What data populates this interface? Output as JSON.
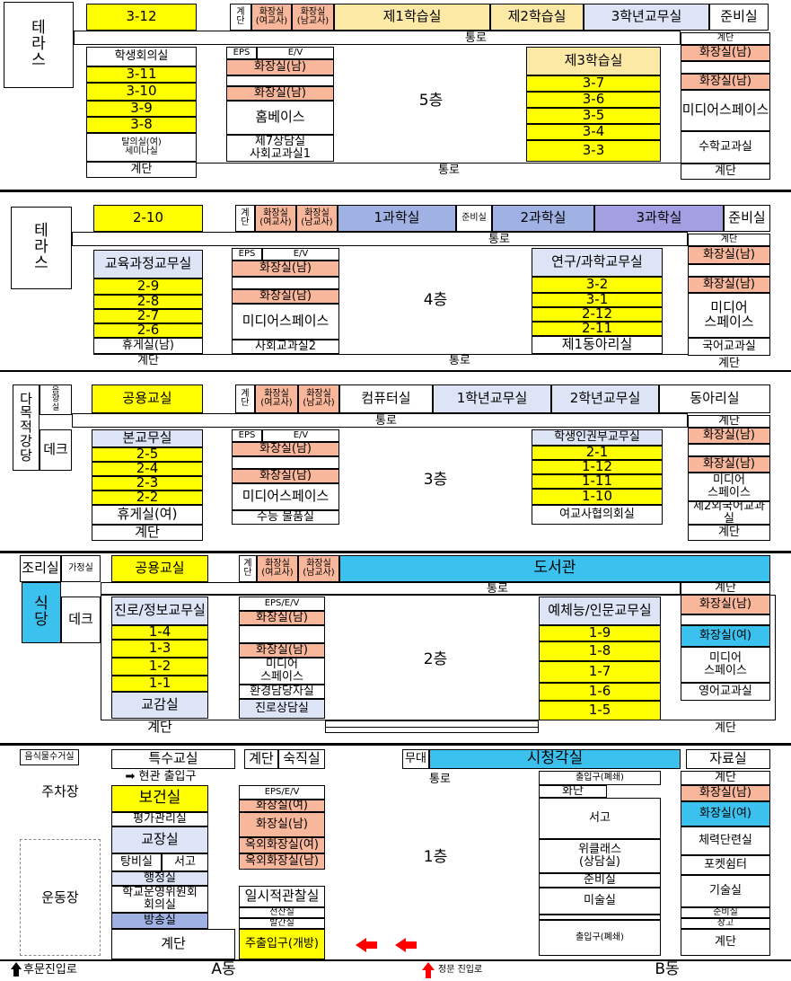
{
  "floor5": {
    "floor_label": "5층",
    "terrace": "테\n라\n스",
    "c312": "3-12",
    "stairs_top": "계\n단",
    "wc_f": "화장실\n(여교사)",
    "wc_m": "화장실\n(남교사)",
    "study1": "제1학습실",
    "study2": "제2학습실",
    "office3": "3학년교무실",
    "prep": "준비실",
    "corridor": "통로",
    "stairs_r": "계단",
    "wc_m_r1": "화장실(남)",
    "wc_m_r2": "화장실(남)",
    "media_r": "미디어스페이스",
    "math": "수학교과실",
    "stairs_br": "계단",
    "council": "학생회의실",
    "c311": "3-11",
    "c310": "3-10",
    "c39": "3-9",
    "c38": "3-8",
    "changing": "탈의실(여)\n세미나실",
    "stairs_l": "계단",
    "eps": "EPS",
    "ev": "E/V",
    "wc_m1": "화장실(남)",
    "wc_m2": "화장실(남)",
    "homebase": "홈베이스",
    "counsel": "제7상담실\n사회교과실1",
    "corridor_b": "통로",
    "study3": "제3학습실",
    "c37": "3-7",
    "c36": "3-6",
    "c35": "3-5",
    "c34": "3-4",
    "c33": "3-3"
  },
  "floor4": {
    "floor_label": "4층",
    "terrace": "테\n라\n스",
    "c210": "2-10",
    "stairs_top": "계\n단",
    "wc_f": "화장실\n(여교사)",
    "wc_m": "화장실\n(남교사)",
    "sci1": "1과학실",
    "prep_mid": "준비실",
    "sci2": "2과학실",
    "sci3": "3과학실",
    "prep": "준비실",
    "corridor": "통로",
    "stairs_r": "계단",
    "wc_m_r1": "화장실(남)",
    "wc_m_r2": "화장실(남)",
    "media_r": "미디어\n스페이스",
    "korean": "국어교과실",
    "stairs_br": "계단",
    "curriculum": "교육과정교무실",
    "c29": "2-9",
    "c28": "2-8",
    "c27": "2-7",
    "c26": "2-6",
    "rest_m": "휴게실(남)",
    "stairs_l": "계단",
    "eps": "EPS",
    "ev": "E/V",
    "wc_m1": "화장실(남)",
    "wc_m2": "화장실(남)",
    "media": "미디어스페이스",
    "social2": "사회교과실2",
    "corridor_b": "통로",
    "research": "연구/과학교무실",
    "c32": "3-2",
    "c31": "3-1",
    "c212": "2-12",
    "c211": "2-11",
    "club1": "제1동아리실"
  },
  "floor3": {
    "floor_label": "3층",
    "auditorium": "다\n목\n적\n강\n당",
    "sound": "음\n향\n실",
    "deck": "데크",
    "shared": "공용교실",
    "stairs_top": "계\n단",
    "wc_f": "화장실\n(여교사)",
    "wc_m": "화장실\n(남교사)",
    "computer": "컴퓨터실",
    "office1": "1학년교무실",
    "office2": "2학년교무실",
    "club": "동아리실",
    "corridor": "통로",
    "stairs_r": "계단",
    "wc_m_r1": "화장실(남)",
    "wc_m_r2": "화장실(남)",
    "media_r": "미디어\n스페이스",
    "foreign2": "제2외국어교과실",
    "stairs_br": "계단",
    "main_office": "본교무실",
    "c25": "2-5",
    "c24": "2-4",
    "c23": "2-3",
    "c22": "2-2",
    "rest_f": "휴게실(여)",
    "stairs_l": "계단",
    "eps": "EPS",
    "ev": "E/V",
    "wc_m1": "화장실(남)",
    "wc_m2": "화장실(남)",
    "media": "미디어스페이스",
    "csat": "수능 물품실",
    "human_rights": "학생인권부교무실",
    "c21": "2-1",
    "c112": "1-12",
    "c111": "1-11",
    "c110": "1-10",
    "female_teachers": "여교사협의회실"
  },
  "floor2": {
    "floor_label": "2층",
    "cooking": "조리실",
    "home_ec": "가정실",
    "shared": "공용교실",
    "stairs_top": "계\n단",
    "wc_f": "화장실\n(여교사)",
    "wc_m": "화장실\n(남교사)",
    "library": "도서관",
    "corridor": "통로",
    "cafeteria": "식\n당",
    "deck": "데크",
    "career": "진로/정보교무실",
    "c14": "1-4",
    "c13": "1-3",
    "c12": "1-2",
    "c11": "1-1",
    "vice_principal": "교감실",
    "stairs_l": "계단",
    "eps_ev": "EPS/E/V",
    "wc_m1": "화장실(남)",
    "wc_m2": "화장실(남)",
    "media": "미디어\n스페이스",
    "env": "환경담당자실",
    "career_counsel": "진로상담실",
    "arts": "예체능/인문교무실",
    "c19": "1-9",
    "c18": "1-8",
    "c17": "1-7",
    "c16": "1-6",
    "c15": "1-5",
    "stairs_r": "계단",
    "wc_m_r": "화장실(남)",
    "wc_f_r": "화장실(여)",
    "media_r": "미디어\n스페이스",
    "english": "영어교과실",
    "stairs_br": "계단"
  },
  "floor1": {
    "floor_label": "1층",
    "food_storage": "음식물수거실",
    "parking": "주차장",
    "playground": "운동장",
    "special": "특수교실",
    "stairs_top": "계단",
    "night_duty": "숙직실",
    "stage": "무대",
    "av_room": "시청각실",
    "archive": "자료실",
    "entrance_arrow": "➡ 현관 출입구",
    "corridor": "통로",
    "health": "보건실",
    "eval": "평가관리실",
    "principal": "교장실",
    "boiler": "탕비실",
    "books": "서고",
    "admin": "행정실",
    "committee": "학교운영위원회\n회의실",
    "broadcast": "방송실",
    "stairs_l": "계단",
    "eps_ev": "EPS/E/V",
    "wc_f": "화장실(여)",
    "wc_m": "화장실(남)",
    "out_wc_f": "옥외화장실(여)",
    "out_wc_m": "옥외화장실(남)",
    "temp_duty": "일시적관찰실",
    "electric": "전산실",
    "generator": "발간실",
    "main_entry": "주출입구(개방)",
    "exit_closed_top": "출입구(폐쇄)",
    "flowerbed": "화단",
    "books_b": "서고",
    "wee": "위클래스\n(상담실)",
    "prep": "준비실",
    "art": "미술실",
    "exit_closed_bottom": "출입구(폐쇄)",
    "stairs_r": "계단",
    "wc_m_r": "화장실(남)",
    "wc_f_r": "화장실(여)",
    "fitness": "체력단련실",
    "pocket": "포켓쉼터",
    "tech": "기술실",
    "prep_r": "준비실",
    "storage": "창고",
    "stairs_br": "계단",
    "back_gate": "후문진입로",
    "building_a": "A동",
    "main_gate": "정문 진입로",
    "building_b": "B동"
  },
  "colors": {
    "classroom": "#ffff00",
    "restroom": "#f8b79b",
    "study": "#fde9a6",
    "office": "#dde4f5",
    "science": "#9fb2e3",
    "science3": "#a49fe3",
    "special": "#3bc1ee",
    "arrow": "#ff0000"
  }
}
